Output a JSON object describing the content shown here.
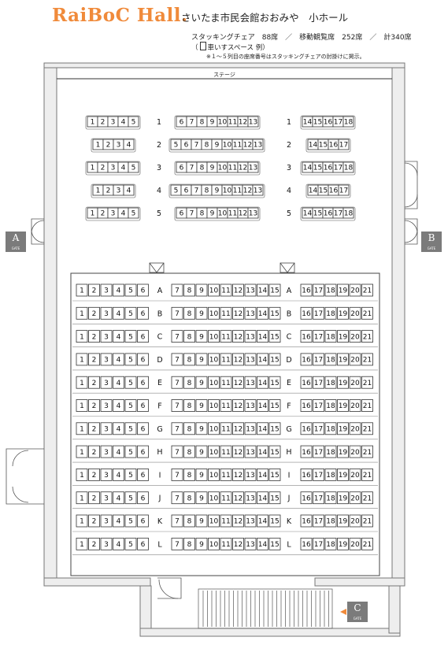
{
  "header": {
    "logo": "RaiBoC Hall.",
    "hall_name": "さいたま市民会館おおみや　小ホール",
    "capacity_line": "スタッキングチェア　88席　／　移動観覧席　252席　／　計340席",
    "wheelchair_prefix": "（",
    "wheelchair_text": "車いすスペース 例）",
    "note": "※１～５列目の座席番号はスタッキングチェアの肘掛けに掲示。"
  },
  "stage_label": "ステージ",
  "gates": [
    {
      "letter": "A",
      "sub": "GATE"
    },
    {
      "letter": "B",
      "sub": "GATE"
    },
    {
      "letter": "C",
      "sub": "GATE"
    }
  ],
  "front_rows": [
    {
      "row": "1",
      "left": [
        "1",
        "2",
        "3",
        "4",
        "5"
      ],
      "center": [
        "6",
        "7",
        "8",
        "9",
        "10",
        "11",
        "12",
        "13"
      ],
      "right": [
        "14",
        "15",
        "16",
        "17",
        "18"
      ]
    },
    {
      "row": "2",
      "left": [
        "1",
        "2",
        "3",
        "4"
      ],
      "center": [
        "5",
        "6",
        "7",
        "8",
        "9",
        "10",
        "11",
        "12",
        "13"
      ],
      "right": [
        "14",
        "15",
        "16",
        "17"
      ]
    },
    {
      "row": "3",
      "left": [
        "1",
        "2",
        "3",
        "4",
        "5"
      ],
      "center": [
        "6",
        "7",
        "8",
        "9",
        "10",
        "11",
        "12",
        "13"
      ],
      "right": [
        "14",
        "15",
        "16",
        "17",
        "18"
      ]
    },
    {
      "row": "4",
      "left": [
        "1",
        "2",
        "3",
        "4"
      ],
      "center": [
        "5",
        "6",
        "7",
        "8",
        "9",
        "10",
        "11",
        "12",
        "13"
      ],
      "right": [
        "14",
        "15",
        "16",
        "17"
      ]
    },
    {
      "row": "5",
      "left": [
        "1",
        "2",
        "3",
        "4",
        "5"
      ],
      "center": [
        "6",
        "7",
        "8",
        "9",
        "10",
        "11",
        "12",
        "13"
      ],
      "right": [
        "14",
        "15",
        "16",
        "17",
        "18"
      ]
    }
  ],
  "rear_rows": [
    "A",
    "B",
    "C",
    "D",
    "E",
    "F",
    "G",
    "H",
    "I",
    "J",
    "K",
    "L"
  ],
  "rear_blocks": {
    "left": [
      "1",
      "2",
      "3",
      "4",
      "5",
      "6"
    ],
    "center": [
      "7",
      "8",
      "9",
      "10",
      "11",
      "12",
      "13",
      "14",
      "15"
    ],
    "right": [
      "16",
      "17",
      "18",
      "19",
      "20",
      "21"
    ]
  },
  "colors": {
    "logo": "#f08a3a",
    "gate": "#7b7b7b",
    "wall": "#eeeeee",
    "arrow": "#f08a3a"
  }
}
